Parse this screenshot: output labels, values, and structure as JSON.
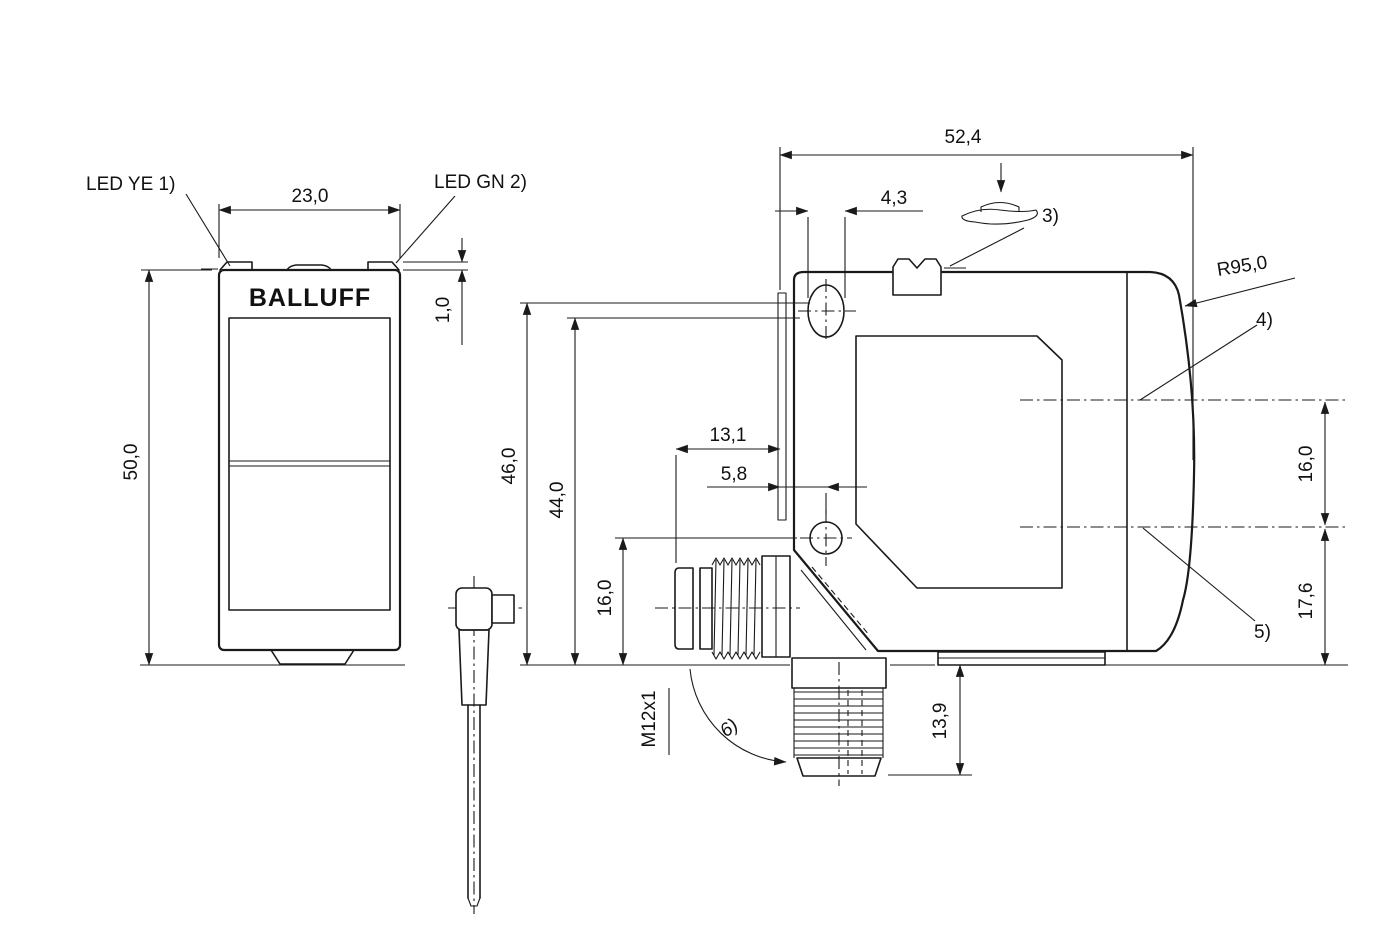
{
  "drawing": {
    "front_view": {
      "brand_logo": "BALLUFF",
      "labels": {
        "led_yellow": "LED YE 1)",
        "led_green": "LED GN 2)"
      },
      "dims": {
        "width": "23,0",
        "height": "50,0",
        "led_height": "1,0"
      }
    },
    "side_view": {
      "dims": {
        "depth": "52,4",
        "slot_width": "4,3",
        "height_overall": "46,0",
        "height_body": "44,0",
        "connector_nose": "13,1",
        "hole_offset": "5,8",
        "connector_height": "16,0",
        "axis_spacing": "16,0",
        "axis_to_base": "17,6",
        "connector_protrusion": "13,9",
        "front_radius": "R95,0",
        "thread": "M12x1"
      },
      "callouts": {
        "button": "3)",
        "axis_upper": "4)",
        "axis_lower": "5)",
        "rotation": "6)"
      }
    }
  }
}
